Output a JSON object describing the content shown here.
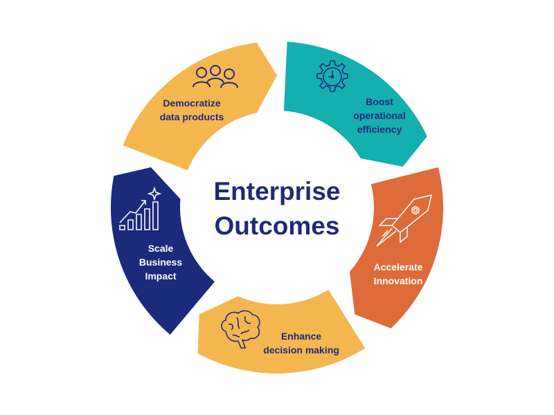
{
  "title": {
    "line1": "Enterprise",
    "line2": "Outcomes"
  },
  "colors": {
    "teal": "#14afaf",
    "orange": "#de6b3a",
    "yellow": "#f4b750",
    "navy": "#1b2a7b",
    "text": "#1f2a78"
  },
  "segments": [
    {
      "id": "boost",
      "lines": [
        "Boost",
        "operational",
        "efficiency"
      ],
      "icon": "gear-clock-icon",
      "color": "teal"
    },
    {
      "id": "accelerate",
      "lines": [
        "Accelerate",
        "Innovation"
      ],
      "icon": "rocket-icon",
      "color": "orange"
    },
    {
      "id": "enhance",
      "lines": [
        "Enhance",
        "decision making"
      ],
      "icon": "brain-icon",
      "color": "yellow"
    },
    {
      "id": "scale",
      "lines": [
        "Scale",
        "Business",
        "Impact"
      ],
      "icon": "growth-chart-icon",
      "color": "navy"
    },
    {
      "id": "democratize",
      "lines": [
        "Democratize",
        "data products"
      ],
      "icon": "people-group-icon",
      "color": "yellow"
    }
  ]
}
